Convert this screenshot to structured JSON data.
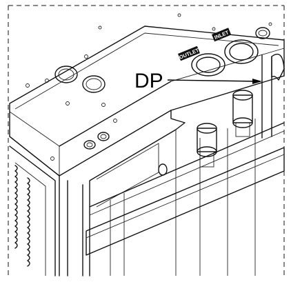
{
  "callout": {
    "label": "DP"
  },
  "ports": {
    "outlet_label": "OUTLET",
    "inlet_label": "INLET"
  },
  "colors": {
    "line": "#111111",
    "background": "#ffffff",
    "label_badge": "#111111"
  }
}
